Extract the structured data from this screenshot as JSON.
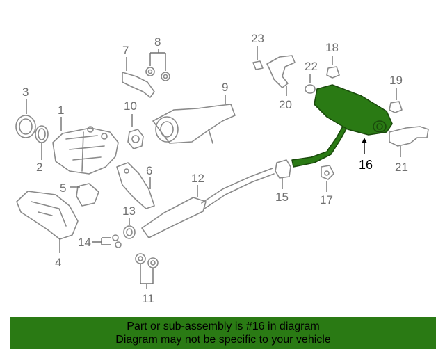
{
  "diagram": {
    "callouts": {
      "c1": "1",
      "c2": "2",
      "c3": "3",
      "c4": "4",
      "c5": "5",
      "c6": "6",
      "c7": "7",
      "c8": "8",
      "c9": "9",
      "c10": "10",
      "c11": "11",
      "c12": "12",
      "c13": "13",
      "c14": "14",
      "c15": "15",
      "c16": "16",
      "c17": "17",
      "c18": "18",
      "c19": "19",
      "c20": "20",
      "c21": "21",
      "c22": "22",
      "c23": "23"
    },
    "highlighted_part": "16",
    "highlight_color": "#2a7a14"
  },
  "banner": {
    "line1": "Part or sub-assembly is #16 in diagram",
    "line2": "Diagram may not be specific to your vehicle",
    "background": "#2a7a14"
  }
}
